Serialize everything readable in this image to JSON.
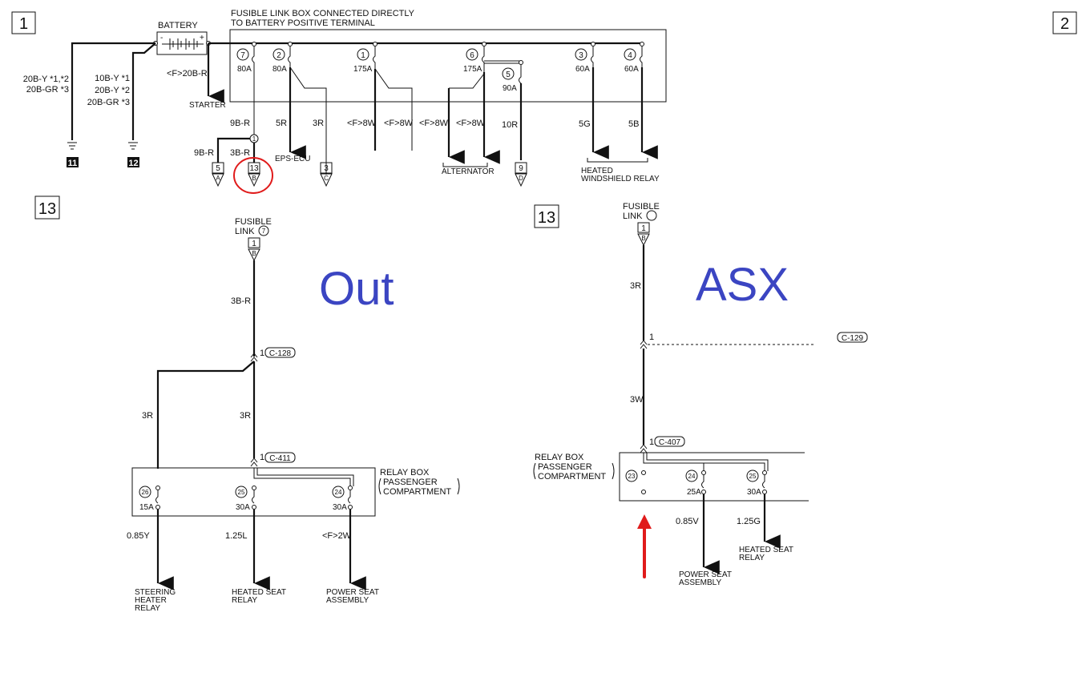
{
  "section_numbers": {
    "s1": "1",
    "s2": "2",
    "s13a": "13",
    "s13b": "13"
  },
  "battery": {
    "label": "BATTERY",
    "minus": "-",
    "plus": "+",
    "ground_wire_a": [
      "20B-Y *1,*2",
      "20B-GR *3"
    ],
    "ground_wire_b": [
      "10B-Y *1",
      "20B-Y *2",
      "20B-GR *3"
    ],
    "ground_a": "11",
    "ground_b": "12",
    "starter_wire": "<F>20B-R",
    "starter": "STARTER"
  },
  "fusible_box": {
    "title_line1": "FUSIBLE LINK BOX CONNECTED DIRECTLY",
    "title_line2": "TO BATTERY POSITIVE TERMINAL",
    "fuses": [
      {
        "num": "7",
        "amp": "80A",
        "wire": "9B-R"
      },
      {
        "num": "2",
        "amp": "80A",
        "wire": "5R"
      },
      {
        "num": "",
        "amp": "",
        "wire": "3R"
      },
      {
        "num": "1",
        "amp": "175A",
        "wire": "<F>8W"
      },
      {
        "num": "",
        "amp": "",
        "wire": "<F>8W"
      },
      {
        "num": "6",
        "amp": "175A",
        "wire": "<F>8W"
      },
      {
        "num": "",
        "amp": "",
        "wire": "<F>8W"
      },
      {
        "num": "5",
        "amp": "90A",
        "wire": "10R"
      },
      {
        "num": "3",
        "amp": "60A",
        "wire": "5G"
      },
      {
        "num": "4",
        "amp": "60A",
        "wire": "5B"
      }
    ],
    "splice_wire_left": "9B-R",
    "splice_wire_right": "3B-R",
    "splice_num": "1",
    "conn_a": {
      "num": "5",
      "letter": "A"
    },
    "conn_b": {
      "num": "13",
      "letter": "B"
    },
    "conn_c": {
      "num": "3",
      "letter": "C"
    },
    "conn_d": {
      "num": "9",
      "letter": "D"
    },
    "eps": "EPS-ECU",
    "alternator": "ALTERNATOR",
    "heated_ws_line1": "HEATED",
    "heated_ws_line2": "WINDSHIELD RELAY"
  },
  "out": {
    "label": "Out",
    "fusible_line1": "FUSIBLE",
    "fusible_line2": "LINK",
    "fusible_num": "7",
    "conn_num": "1",
    "conn_letter": "B",
    "wire_main": "3B-R",
    "c128_pin": "1",
    "c128": "C-128",
    "wire_left": "3R",
    "wire_right": "3R",
    "c411_pin": "1",
    "c411": "C-411",
    "relay_box_line1": "RELAY BOX",
    "relay_box_line2": "PASSENGER",
    "relay_box_line3": "COMPARTMENT",
    "fuses": [
      {
        "num": "26",
        "amp": "15A",
        "wire": "0.85Y"
      },
      {
        "num": "25",
        "amp": "30A",
        "wire": "1.25L"
      },
      {
        "num": "24",
        "amp": "30A",
        "wire": "<F>2W"
      }
    ],
    "loads": [
      [
        "STEERING",
        "HEATER",
        "RELAY"
      ],
      [
        "HEATED SEAT",
        "RELAY"
      ],
      [
        "POWER SEAT",
        "ASSEMBLY"
      ]
    ]
  },
  "asx": {
    "label": "ASX",
    "fusible_line1": "FUSIBLE",
    "fusible_line2": "LINK",
    "conn_num": "1",
    "conn_letter": "B",
    "wire_top": "3R",
    "c129_pin": "1",
    "c129": "C-129",
    "wire_mid": "3W",
    "c407_pin": "1",
    "c407": "C-407",
    "relay_box_line1": "RELAY BOX",
    "relay_box_line2": "PASSENGER",
    "relay_box_line3": "COMPARTMENT",
    "fuse23": "23",
    "fuses": [
      {
        "num": "24",
        "amp": "25A",
        "wire": "0.85V"
      },
      {
        "num": "25",
        "amp": "30A",
        "wire": "1.25G"
      }
    ],
    "loads": [
      [
        "POWER SEAT",
        "ASSEMBLY"
      ],
      [
        "HEATED SEAT",
        "RELAY"
      ]
    ]
  },
  "annotation_color": "#e01b1b",
  "label_color": "#3b45c2"
}
